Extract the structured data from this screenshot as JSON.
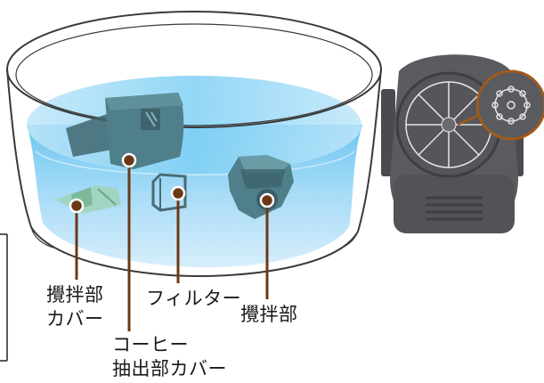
{
  "labels": {
    "stirrer_cover": {
      "line1": "攪拌部",
      "line2": "カバー"
    },
    "filter": "フィルター",
    "coffee_cover": {
      "line1": "コーヒー",
      "line2": "抽出部カバー"
    },
    "stirrer": "攪拌部"
  },
  "colors": {
    "water_light": "#d3ecfb",
    "water_mid": "#9fd8f6",
    "water_deep": "#5dc0ee",
    "part_teal": "#4f7f8a",
    "part_dark": "#3b5e66",
    "leader_brown": "#6b3a15",
    "device_gray": "#5a5b5f",
    "device_dark": "#45464a"
  }
}
